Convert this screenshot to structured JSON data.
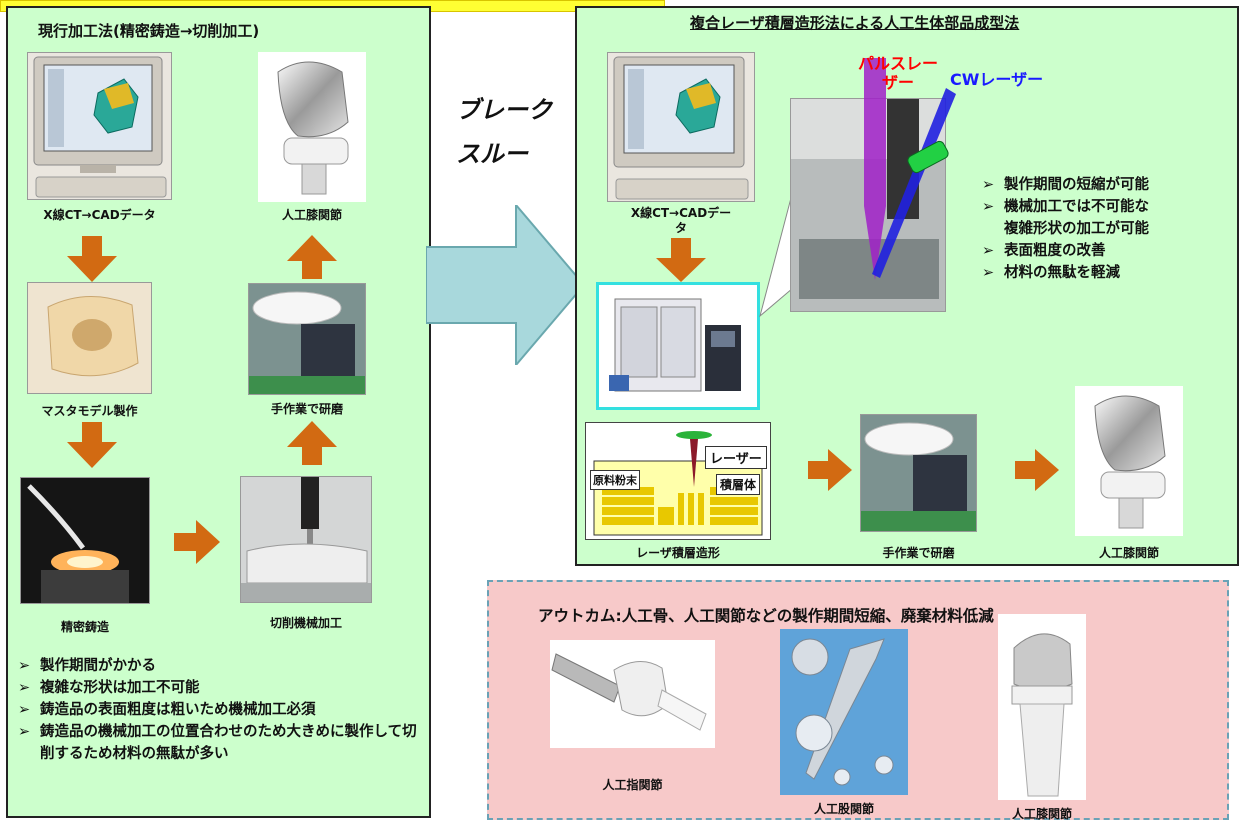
{
  "left_panel": {
    "title": "現行加工法(精密鋳造→切削加工)",
    "captions": {
      "ct": "X線CT→CADデータ",
      "knee": "人工膝関節",
      "master": "マスタモデル製作",
      "polish": "手作業で研磨",
      "casting": "精密鋳造",
      "machining": "切削機械加工"
    },
    "bullets": [
      "製作期間がかかる",
      "複雑な形状は加工不可能",
      "鋳造品の表面粗度は粗いため機械加工必須",
      "鋳造品の機械加工の位置合わせのため大きめに製作して切削するため材料の無駄が多い"
    ]
  },
  "breakthrough": "ブレーク\nスルー",
  "right_panel": {
    "title": "複合レーザ積層造形法による人工生体部品成型法",
    "ct_caption": "X線CT→CADデー\nタ",
    "pulse_laser": "パルスレー\nザー",
    "cw_laser": "CWレーザー",
    "bullets": [
      "製作期間の短縮が可能",
      "機械加工では不可能な\n複雑形状の加工が可能",
      "表面粗度の改善",
      "材料の無駄を軽減"
    ],
    "diagram": {
      "laser": "レーザー",
      "powder": "原料粉末",
      "layered": "積層体"
    },
    "captions": {
      "additive": "レーザ積層造形",
      "polish": "手作業で研磨",
      "knee": "人工膝関節"
    }
  },
  "outcome": {
    "title": "アウトカム:人工骨、人工関節などの製作期間短縮、廃棄材料低減",
    "items": [
      "人工指関節",
      "人工股関節",
      "人工膝関節"
    ]
  },
  "colors": {
    "panel_green": "#ccffcc",
    "arrow_orange": "#d26a12",
    "big_arrow": "#a8d8dc",
    "pink": "#f7c9c9",
    "pulse_red": "#ff0000",
    "cw_blue": "#1a1aff"
  }
}
